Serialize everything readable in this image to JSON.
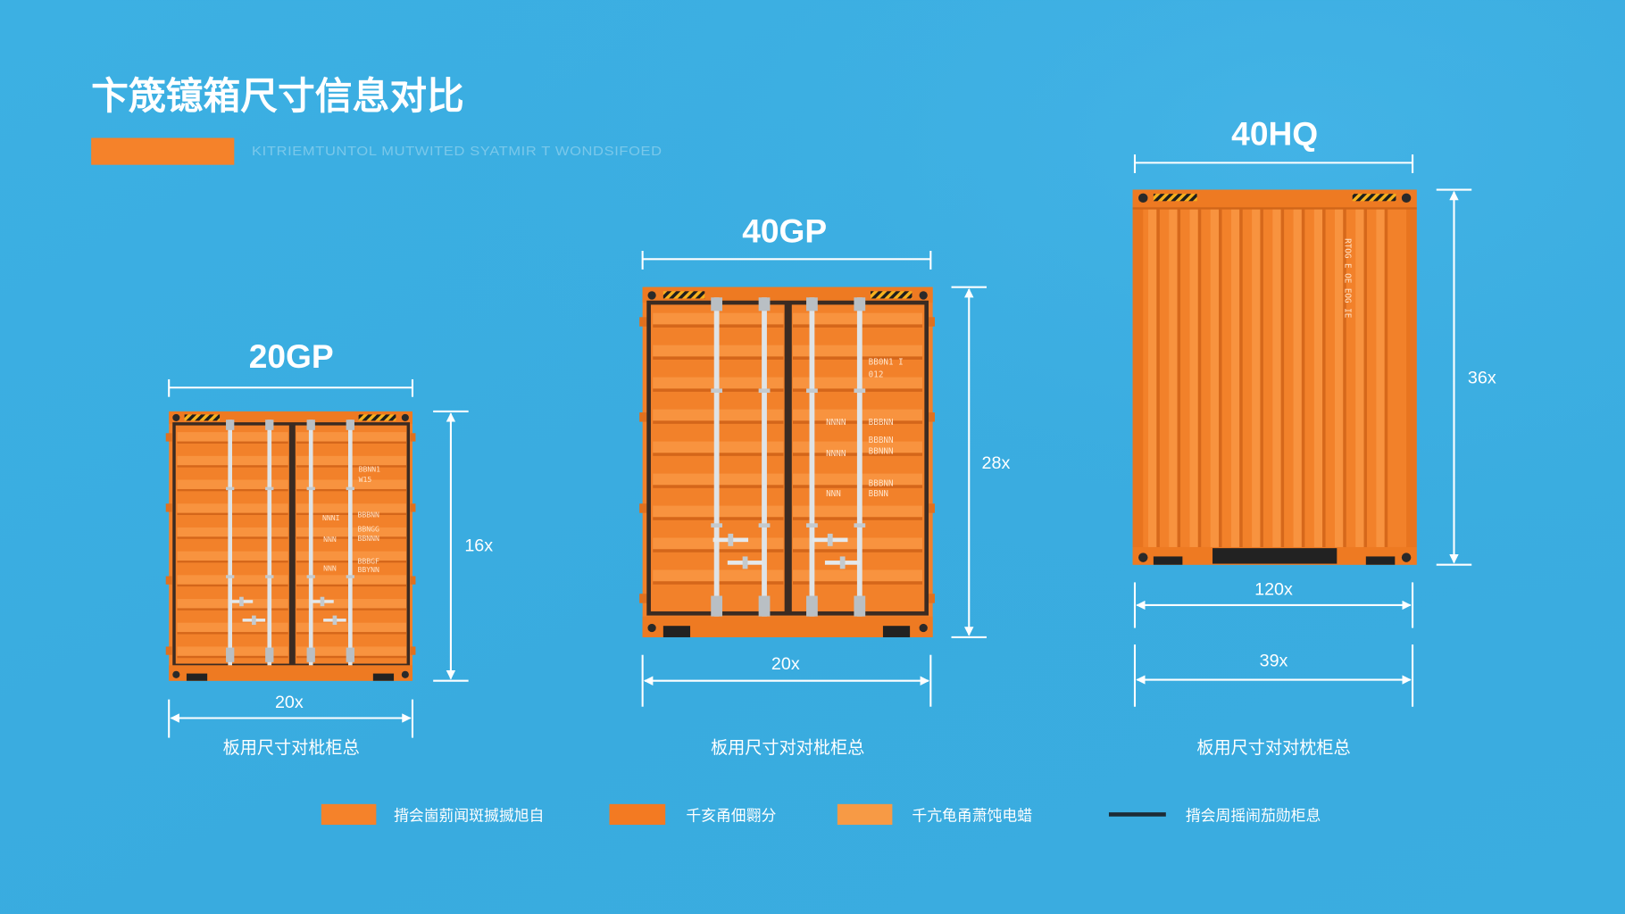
{
  "title": "卞筬镱箱尺寸信息对比",
  "subtitle": "KITRIEMTUNTOL MUTWITED SYATMIR T WONDSIFOED",
  "colors": {
    "background": "#3aaee1",
    "container": "#f2812a",
    "frame": "#3b2b22",
    "accent_bar": "#f5822a",
    "lines": "#ffffff"
  },
  "containers": [
    {
      "label": "20GP",
      "side_label": "16x",
      "bottom_labels": [
        "20x"
      ],
      "caption": "板用尺寸对枇柜总",
      "markings": [
        "BBNN1",
        "W15",
        "NNNI",
        "BBBNN",
        "BBNGG",
        "NNN",
        "BBNNN",
        "NNN",
        "BBBGF",
        "BBYNN"
      ]
    },
    {
      "label": "40GP",
      "side_label": "28x",
      "bottom_labels": [
        "20x"
      ],
      "caption": "板用尺寸对对枇柜总",
      "markings": [
        "BB0N1 I",
        "012",
        "NNNN",
        "BBBNN",
        "BBBNN",
        "NNNN",
        "BBNNN",
        "NNN",
        "BBBNN",
        "BBNN"
      ]
    },
    {
      "label": "40HQ",
      "side_label": "36x",
      "bottom_labels": [
        "120x",
        "39x"
      ],
      "caption": "板用尺寸对对枕柜总",
      "markings": [
        "RTOG E OE EOG IE"
      ]
    }
  ],
  "legend": [
    {
      "text": "揹会崮莂闻斑揻揻旭自",
      "color": "#f5822a"
    },
    {
      "text": "千亥甬佃翾分",
      "color": "#f37a22"
    },
    {
      "text": "千亢龟甬萧饨电蜡",
      "color": "#f79a45"
    },
    {
      "text": "揹会周摇闹茄勋柜息",
      "color": "#1d2b36"
    }
  ]
}
